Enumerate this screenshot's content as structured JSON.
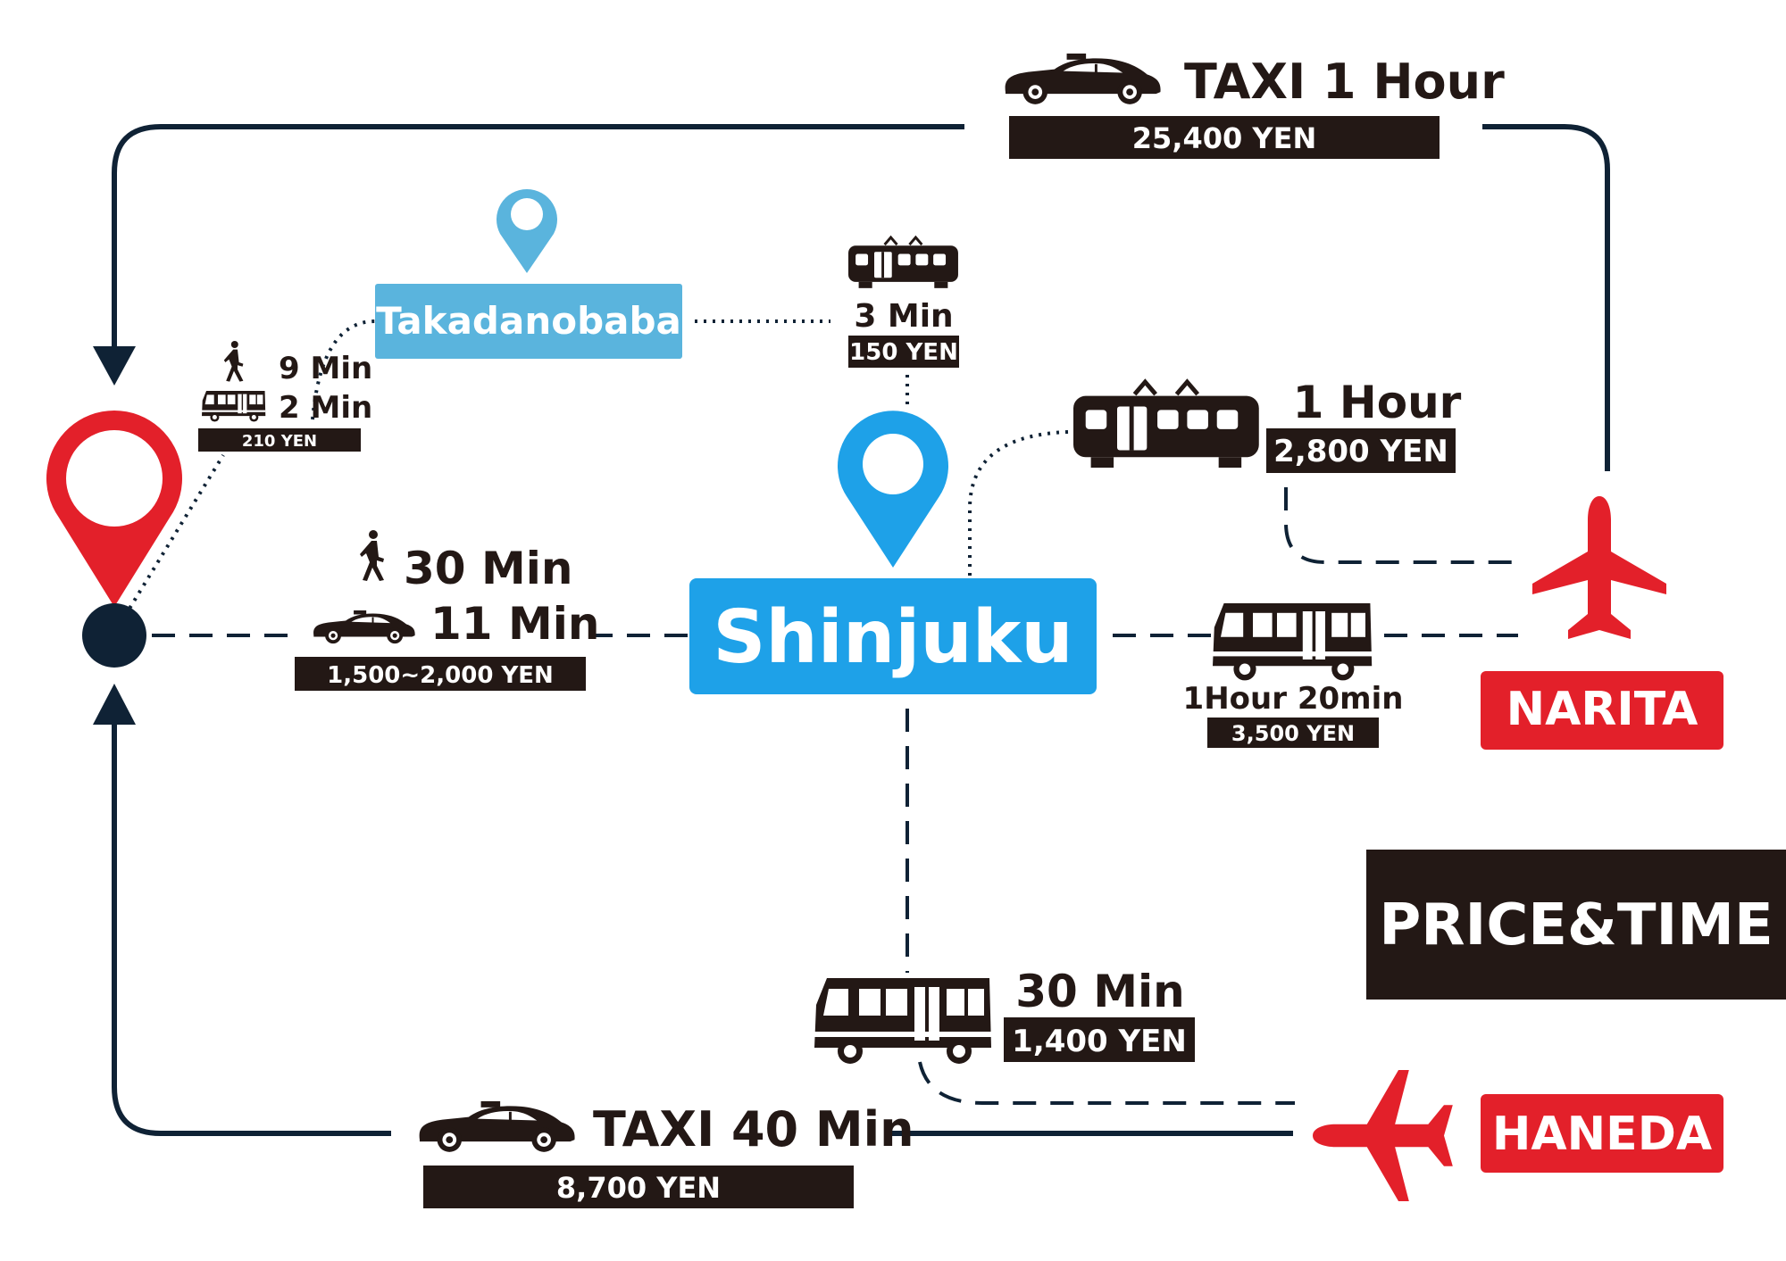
{
  "colors": {
    "navy": "#0f2235",
    "red": "#e3202a",
    "blue": "#1ea1e8",
    "light_blue": "#5ab4dd",
    "black": "#231815",
    "white": "#ffffff"
  },
  "icons": {
    "taxi": "car-icon",
    "train": "train-icon",
    "bus": "bus-icon",
    "walk": "walking-person-icon",
    "plane": "airplane-icon",
    "pin": "map-pin-icon"
  },
  "places": {
    "shinjuku": "Shinjuku",
    "takadanobaba": "Takadanobaba",
    "narita": "NARITA",
    "haneda": "HANEDA"
  },
  "title_box": "PRICE&TIME",
  "routes": {
    "taxi_narita": {
      "time": "TAXI 1 Hour",
      "price": "25,400 YEN"
    },
    "taxi_haneda": {
      "time": "TAXI 40 Min",
      "price": "8,700 YEN"
    },
    "takadanobaba_local": {
      "walk_time": "9 Min",
      "bus_time": "2 Min",
      "price": "210 YEN"
    },
    "train_takadanobaba_shinjuku": {
      "time": "3 Min",
      "price": "150 YEN"
    },
    "train_shinjuku_narita": {
      "time": "1 Hour",
      "price": "2,800 YEN"
    },
    "local_shinjuku": {
      "walk_time": "30 Min",
      "taxi_time": "11 Min",
      "price": "1,500~2,000 YEN"
    },
    "bus_shinjuku_narita": {
      "time": "1Hour 20min",
      "price": "3,500 YEN"
    },
    "bus_shinjuku_haneda": {
      "time": "30 Min",
      "price": "1,400 YEN"
    }
  }
}
